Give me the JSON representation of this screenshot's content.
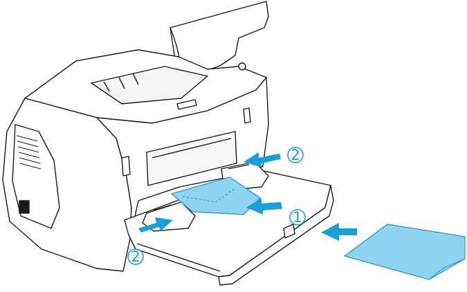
{
  "figure": {
    "callouts": [
      {
        "id": "callout-1",
        "number": "1",
        "symbol": "①"
      },
      {
        "id": "callout-2-top",
        "number": "2",
        "symbol": "②"
      },
      {
        "id": "callout-2-bottom",
        "number": "2",
        "symbol": "②"
      }
    ],
    "colors": {
      "outline": "#1a1a1a",
      "printer_body": "#ffffff",
      "envelope_fill": "#8fd3f2",
      "envelope_stroke": "#2a8fc4",
      "arrow": "#1a9fd9",
      "callout_text": "#1a9fd9"
    },
    "icons": [
      "printer-icon",
      "envelope-icon",
      "arrow-icon"
    ]
  }
}
